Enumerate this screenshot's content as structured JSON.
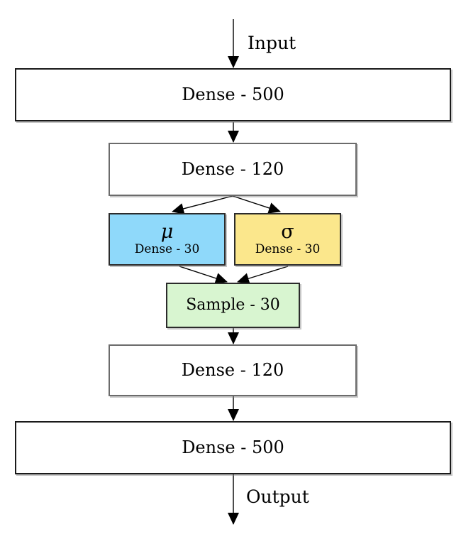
{
  "diagram": {
    "flow": {
      "input_label": "Input",
      "output_label": "Output"
    },
    "nodes": {
      "encoder_dense_500": {
        "label": "Dense - 500",
        "fill": "#ffffff"
      },
      "encoder_dense_120": {
        "label": "Dense - 120",
        "fill": "#ffffff"
      },
      "mu": {
        "symbol": "μ",
        "label": "Dense - 30",
        "fill": "#8fd9fa"
      },
      "sigma": {
        "symbol": "σ",
        "label": "Dense - 30",
        "fill": "#fbe78c"
      },
      "sample": {
        "label": "Sample - 30",
        "fill": "#d8f5d0"
      },
      "decoder_dense_120": {
        "label": "Dense - 120",
        "fill": "#ffffff"
      },
      "decoder_dense_500": {
        "label": "Dense - 500",
        "fill": "#ffffff"
      }
    },
    "colors": {
      "arrow": "#000000",
      "box_border_dark": "#1a1a1a",
      "box_border_gray": "#6b6b6b",
      "mu_fill": "#8fd9fa",
      "sigma_fill": "#fbe78c",
      "sample_fill": "#d8f5d0",
      "background": "#ffffff"
    }
  }
}
